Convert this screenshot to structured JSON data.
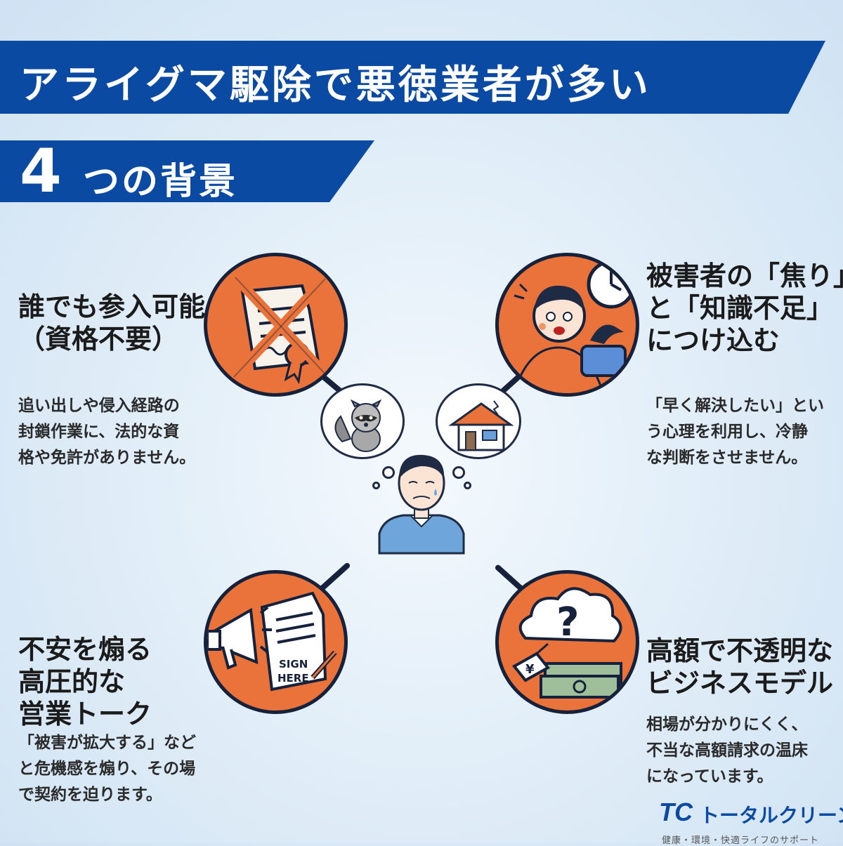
{
  "title": "アライグマ駆除で悪徳業者が多い",
  "subtitle": {
    "number": "4",
    "text": "つの背景"
  },
  "items": [
    {
      "heading": [
        "誰でも参入可能",
        "（資格不要）"
      ],
      "body": [
        "追い出しや侵入経路の",
        "封鎖作業に、法的な資",
        "格や免許がありません。"
      ]
    },
    {
      "heading": [
        "被害者の「焦り」",
        "と「知識不足」",
        "につけ込む"
      ],
      "body": [
        "「早く解決したい」とい",
        "う心理を利用し、冷静",
        "な判断をさせません。"
      ]
    },
    {
      "heading": [
        "不安を煽る",
        "高圧的な",
        "営業トーク"
      ],
      "body": [
        "「被害が拡大する」など",
        "と危機感を煽り、その場",
        "で契約を迫ります。"
      ]
    },
    {
      "heading": [
        "高額で不透明な",
        "ビジネスモデル"
      ],
      "body": [
        "相場が分かりにくく、",
        "不当な高額請求の温床",
        "になっています。"
      ]
    }
  ],
  "illustration_labels": {
    "sign": [
      "SIGN",
      "HERE"
    ],
    "price_tag": "¥"
  },
  "logo": {
    "mark": "TC",
    "name": "トータルクリーン",
    "tagline": "健康・環境・快適ライフのサポート"
  },
  "colors": {
    "banner": "#0b4aa2",
    "accent": "#e9733a",
    "outline": "#16213b"
  }
}
